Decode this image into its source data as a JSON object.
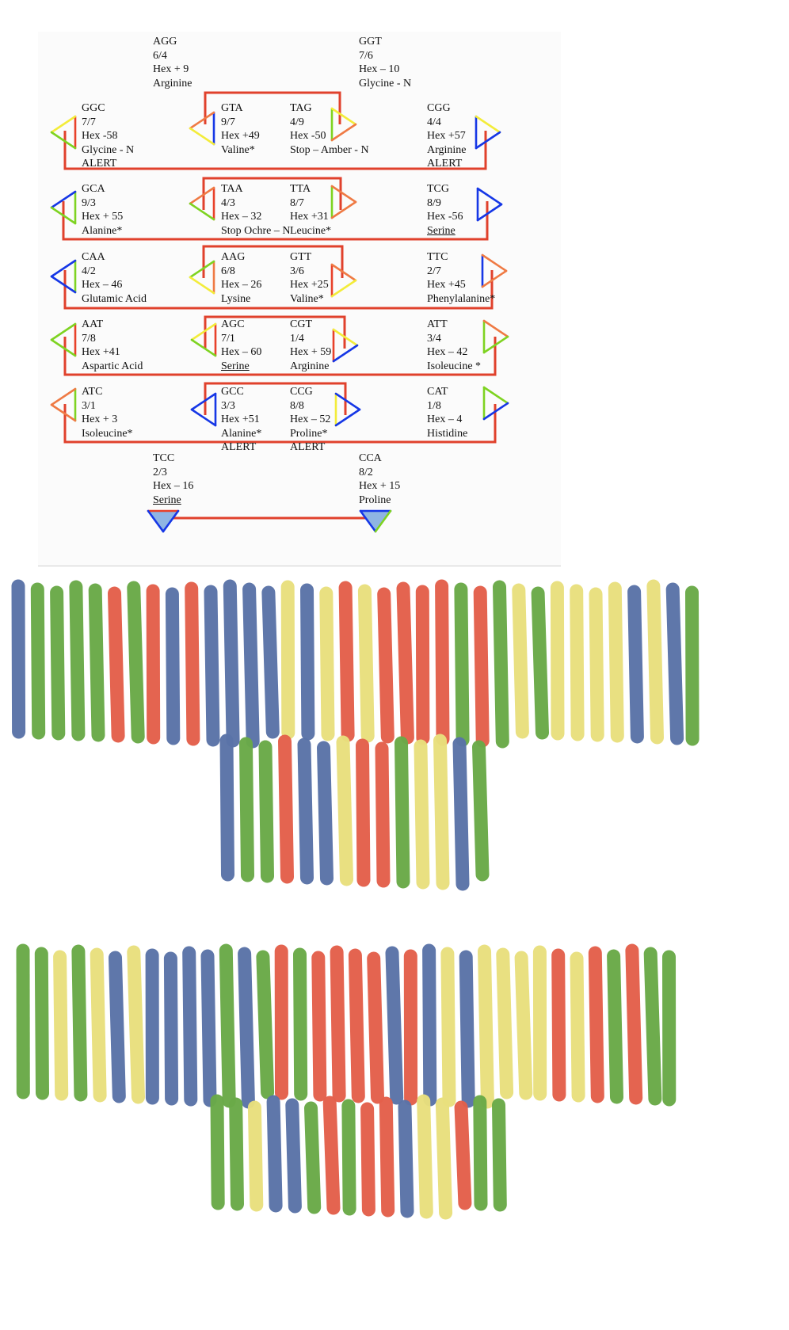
{
  "diagram": {
    "colors": {
      "connector": "#e0412c",
      "red": "#e8412a",
      "orange": "#ef7a44",
      "yellow": "#f3ec3a",
      "green": "#7ed321",
      "blue": "#1637e6",
      "triangle_fill": "#8fb5e3"
    },
    "codons": [
      {
        "id": "AGG",
        "lines": [
          "AGG",
          "6/4",
          "Hex + 9",
          "Arginine"
        ]
      },
      {
        "id": "GGT",
        "lines": [
          "GGT",
          "7/6",
          "Hex – 10",
          "Glycine - N"
        ]
      },
      {
        "id": "GGC",
        "lines": [
          "GGC",
          "7/7",
          "Hex -58",
          "Glycine - N",
          "ALERT"
        ]
      },
      {
        "id": "GTA",
        "lines": [
          "GTA",
          "9/7",
          "Hex +49",
          "Valine*"
        ]
      },
      {
        "id": "TAG",
        "lines": [
          "TAG",
          "4/9",
          "Hex -50",
          "Stop – Amber - N"
        ]
      },
      {
        "id": "CGG",
        "lines": [
          "CGG",
          "4/4",
          "Hex +57",
          "Arginine",
          "ALERT"
        ]
      },
      {
        "id": "GCA",
        "lines": [
          "GCA",
          "9/3",
          "Hex + 55",
          "Alanine*"
        ]
      },
      {
        "id": "TAA",
        "lines": [
          "TAA",
          "4/3",
          "Hex – 32",
          "Stop Ochre – N"
        ]
      },
      {
        "id": "TTA",
        "lines": [
          "TTA",
          "8/7",
          "Hex +31",
          "Leucine*"
        ]
      },
      {
        "id": "TCG",
        "lines": [
          "TCG",
          "8/9",
          "Hex -56",
          "Serine"
        ]
      },
      {
        "id": "CAA",
        "lines": [
          "CAA",
          "4/2",
          "Hex – 46",
          "Glutamic Acid"
        ]
      },
      {
        "id": "AAG",
        "lines": [
          "AAG",
          "6/8",
          "Hex – 26",
          "Lysine"
        ]
      },
      {
        "id": "GTT",
        "lines": [
          "GTT",
          "3/6",
          "Hex +25",
          "Valine*"
        ]
      },
      {
        "id": "TTC",
        "lines": [
          "TTC",
          "2/7",
          "Hex +45",
          "Phenylalanine*"
        ]
      },
      {
        "id": "AAT",
        "lines": [
          "AAT",
          "7/8",
          "Hex +41",
          "Aspartic Acid"
        ]
      },
      {
        "id": "AGC",
        "lines": [
          "AGC",
          "7/1",
          "Hex – 60",
          "Serine"
        ]
      },
      {
        "id": "CGT",
        "lines": [
          "CGT",
          "1/4",
          "Hex + 59",
          "Arginine"
        ]
      },
      {
        "id": "ATT",
        "lines": [
          "ATT",
          "3/4",
          "Hex – 42",
          "Isoleucine *"
        ]
      },
      {
        "id": "ATC",
        "lines": [
          "ATC",
          "3/1",
          "Hex + 3",
          "Isoleucine*"
        ]
      },
      {
        "id": "GCC",
        "lines": [
          "GCC",
          "3/3",
          "Hex +51",
          "Alanine*",
          "ALERT"
        ]
      },
      {
        "id": "CCG",
        "lines": [
          "CCG",
          "8/8",
          "Hex – 52",
          "Proline*",
          "ALERT"
        ]
      },
      {
        "id": "CAT",
        "lines": [
          "CAT",
          "1/8",
          "Hex – 4",
          "Histidine"
        ]
      },
      {
        "id": "TCC",
        "lines": [
          "TCC",
          "2/3",
          "Hex – 16",
          "Serine"
        ]
      },
      {
        "id": "CCA",
        "lines": [
          "CCA",
          "8/2",
          "Hex + 15",
          "Proline"
        ]
      }
    ]
  },
  "stripes": {
    "palette": {
      "B": "#5a73a8",
      "G": "#6aaa48",
      "R": "#e4604b",
      "Y": "#e9e07d"
    },
    "rows": [
      "BGGGGRGRBRBBBBYBYRYRRRRGRGYGYYYYBYBG",
      "BGGRBBYRRGYYBG",
      "GGYGYBYBBBBGBGRGRRRRBRBYBYYYYRYRGRGG",
      "GGYBBGRGRRBYYRGG"
    ]
  }
}
